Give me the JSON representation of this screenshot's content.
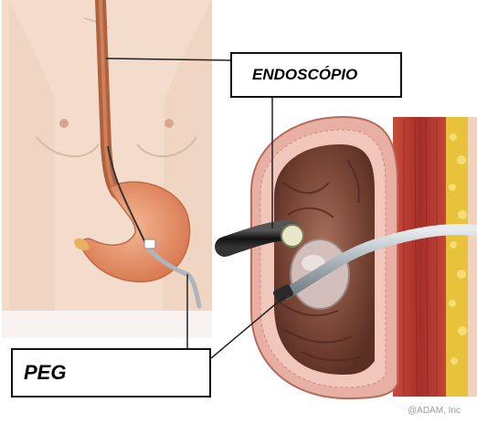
{
  "labels": {
    "endoscope": "ENDOSCÓPIO",
    "peg": "PEG"
  },
  "credit": "@ADAM, Inc",
  "colors": {
    "skin": "#f3dccb",
    "stomach": "#ec9a72",
    "esophagus": "#b0623f",
    "lumen": "#7e4a3a",
    "muscle": "#b83d30",
    "fat": "#e9c23c",
    "tube": "#b9c2c8",
    "endoscope": "#222222"
  }
}
